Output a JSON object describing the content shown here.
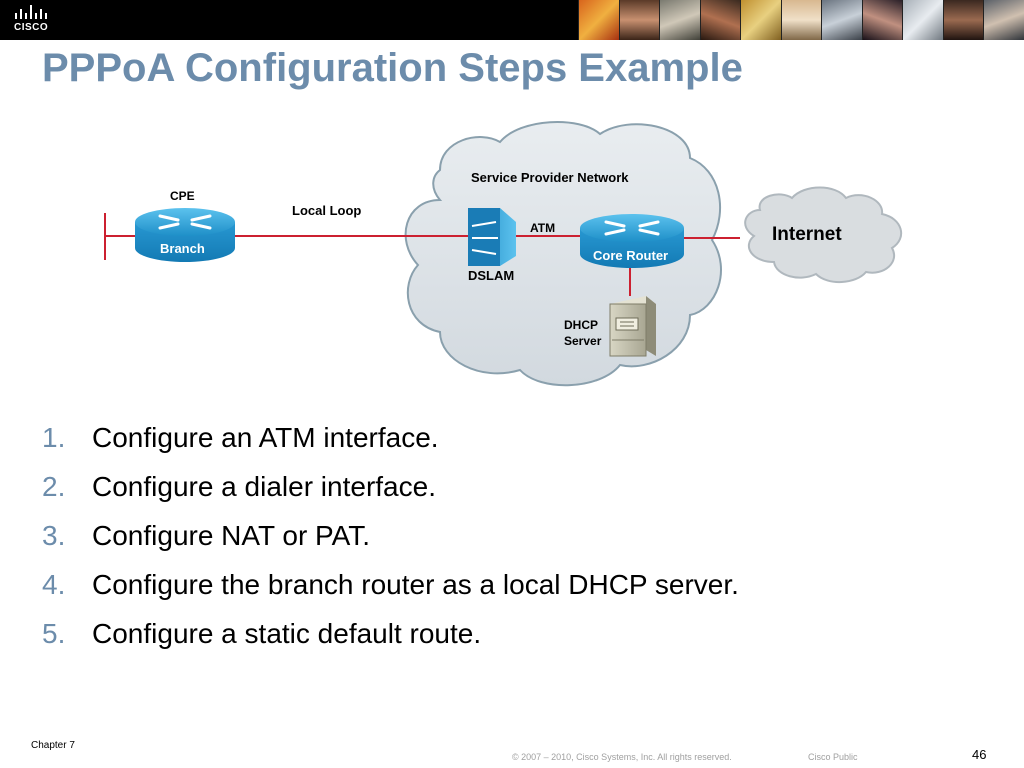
{
  "header": {
    "logo_text": "CISCO"
  },
  "title": "PPPoA Configuration Steps Example",
  "diagram": {
    "cpe_label": "CPE",
    "branch_label": "Branch",
    "local_loop_label": "Local Loop",
    "sp_network_label": "Service Provider Network",
    "dslam_label": "DSLAM",
    "atm_label": "ATM",
    "core_router_label": "Core Router",
    "dhcp_label_line1": "DHCP",
    "dhcp_label_line2": "Server",
    "internet_label": "Internet",
    "colors": {
      "link": "#cc2030",
      "router_blue": "#2aa0d8",
      "cloud_fill": "#dde3e8",
      "cloud_stroke": "#8aa0ad"
    }
  },
  "steps": [
    {
      "num": "1.",
      "text": "Configure an ATM interface."
    },
    {
      "num": "2.",
      "text": "Configure a dialer interface."
    },
    {
      "num": "3.",
      "text": "Configure NAT or PAT."
    },
    {
      "num": "4.",
      "text": "Configure the branch router as a local DHCP server."
    },
    {
      "num": "5.",
      "text": "Configure a static default route."
    }
  ],
  "footer": {
    "chapter": "Chapter 7",
    "copyright": "© 2007 – 2010, Cisco Systems, Inc. All rights reserved.",
    "classification": "Cisco Public",
    "page": "46"
  }
}
